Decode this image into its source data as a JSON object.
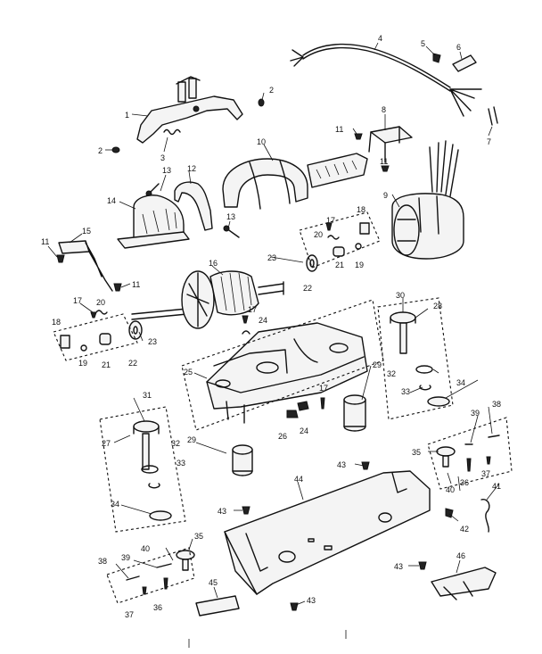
{
  "diagram": {
    "callouts": [
      {
        "id": "c1",
        "text": "1"
      },
      {
        "id": "c2a",
        "text": "2"
      },
      {
        "id": "c2b",
        "text": "2"
      },
      {
        "id": "c3",
        "text": "3"
      },
      {
        "id": "c4",
        "text": "4"
      },
      {
        "id": "c5",
        "text": "5"
      },
      {
        "id": "c6",
        "text": "6"
      },
      {
        "id": "c7",
        "text": "7"
      },
      {
        "id": "c8",
        "text": "8"
      },
      {
        "id": "c9",
        "text": "9"
      },
      {
        "id": "c10",
        "text": "10"
      },
      {
        "id": "c11a",
        "text": "11"
      },
      {
        "id": "c11b",
        "text": "11"
      },
      {
        "id": "c11c",
        "text": "11"
      },
      {
        "id": "c11d",
        "text": "11"
      },
      {
        "id": "c12",
        "text": "12"
      },
      {
        "id": "c13a",
        "text": "13"
      },
      {
        "id": "c13b",
        "text": "13"
      },
      {
        "id": "c14",
        "text": "14"
      },
      {
        "id": "c15",
        "text": "15"
      },
      {
        "id": "c16",
        "text": "16"
      },
      {
        "id": "c17a",
        "text": "17"
      },
      {
        "id": "c17b",
        "text": "17"
      },
      {
        "id": "c17c",
        "text": "17"
      },
      {
        "id": "c17d",
        "text": "17"
      },
      {
        "id": "c18a",
        "text": "18"
      },
      {
        "id": "c18b",
        "text": "18"
      },
      {
        "id": "c19a",
        "text": "19"
      },
      {
        "id": "c19b",
        "text": "19"
      },
      {
        "id": "c20a",
        "text": "20"
      },
      {
        "id": "c20b",
        "text": "20"
      },
      {
        "id": "c21a",
        "text": "21"
      },
      {
        "id": "c21b",
        "text": "21"
      },
      {
        "id": "c22a",
        "text": "22"
      },
      {
        "id": "c22b",
        "text": "22"
      },
      {
        "id": "c23a",
        "text": "23"
      },
      {
        "id": "c23b",
        "text": "23"
      },
      {
        "id": "c24a",
        "text": "24"
      },
      {
        "id": "c24b",
        "text": "24"
      },
      {
        "id": "c25",
        "text": "25"
      },
      {
        "id": "c26",
        "text": "26"
      },
      {
        "id": "c27",
        "text": "27"
      },
      {
        "id": "c28",
        "text": "28"
      },
      {
        "id": "c29a",
        "text": "29"
      },
      {
        "id": "c29b",
        "text": "29"
      },
      {
        "id": "c30",
        "text": "30"
      },
      {
        "id": "c31",
        "text": "31"
      },
      {
        "id": "c32a",
        "text": "32"
      },
      {
        "id": "c32b",
        "text": "32"
      },
      {
        "id": "c33a",
        "text": "33"
      },
      {
        "id": "c33b",
        "text": "33"
      },
      {
        "id": "c34a",
        "text": "34"
      },
      {
        "id": "c34b",
        "text": "34"
      },
      {
        "id": "c35a",
        "text": "35"
      },
      {
        "id": "c35b",
        "text": "35"
      },
      {
        "id": "c36a",
        "text": "36"
      },
      {
        "id": "c36b",
        "text": "36"
      },
      {
        "id": "c37a",
        "text": "37"
      },
      {
        "id": "c37b",
        "text": "37"
      },
      {
        "id": "c38a",
        "text": "38"
      },
      {
        "id": "c38b",
        "text": "38"
      },
      {
        "id": "c39a",
        "text": "39"
      },
      {
        "id": "c39b",
        "text": "39"
      },
      {
        "id": "c40a",
        "text": "40"
      },
      {
        "id": "c40b",
        "text": "40"
      },
      {
        "id": "c41",
        "text": "41"
      },
      {
        "id": "c42",
        "text": "42"
      },
      {
        "id": "c43a",
        "text": "43"
      },
      {
        "id": "c43b",
        "text": "43"
      },
      {
        "id": "c43c",
        "text": "43"
      },
      {
        "id": "c43d",
        "text": "43"
      },
      {
        "id": "c44",
        "text": "44"
      },
      {
        "id": "c45",
        "text": "45"
      },
      {
        "id": "c46",
        "text": "46"
      }
    ]
  }
}
